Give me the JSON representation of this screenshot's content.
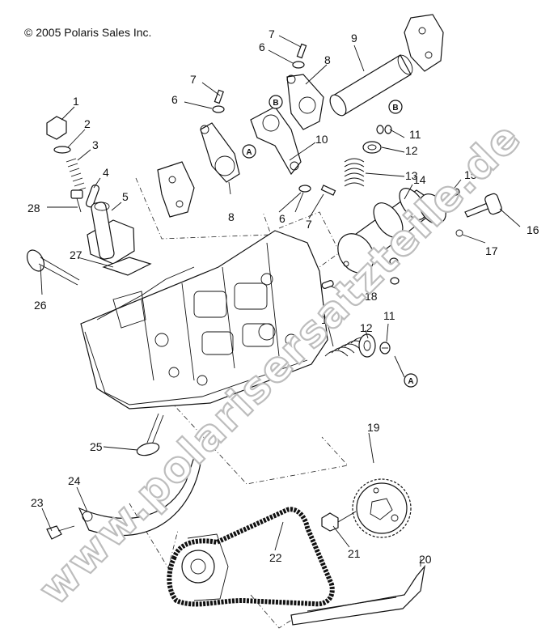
{
  "copyright": "© 2005 Polaris Sales Inc.",
  "watermark": "www.polarisersatzteile.de",
  "callouts": [
    "1",
    "2",
    "3",
    "4",
    "5",
    "6",
    "7",
    "8",
    "9",
    "10",
    "11",
    "12",
    "13",
    "14",
    "15",
    "16",
    "17",
    "18",
    "19",
    "20",
    "21",
    "22",
    "23",
    "24",
    "25",
    "26",
    "27",
    "28"
  ],
  "markers": [
    "A",
    "B"
  ],
  "colors": {
    "line": "#111111",
    "background": "#ffffff",
    "watermark_outline": "#bdbdbd"
  }
}
